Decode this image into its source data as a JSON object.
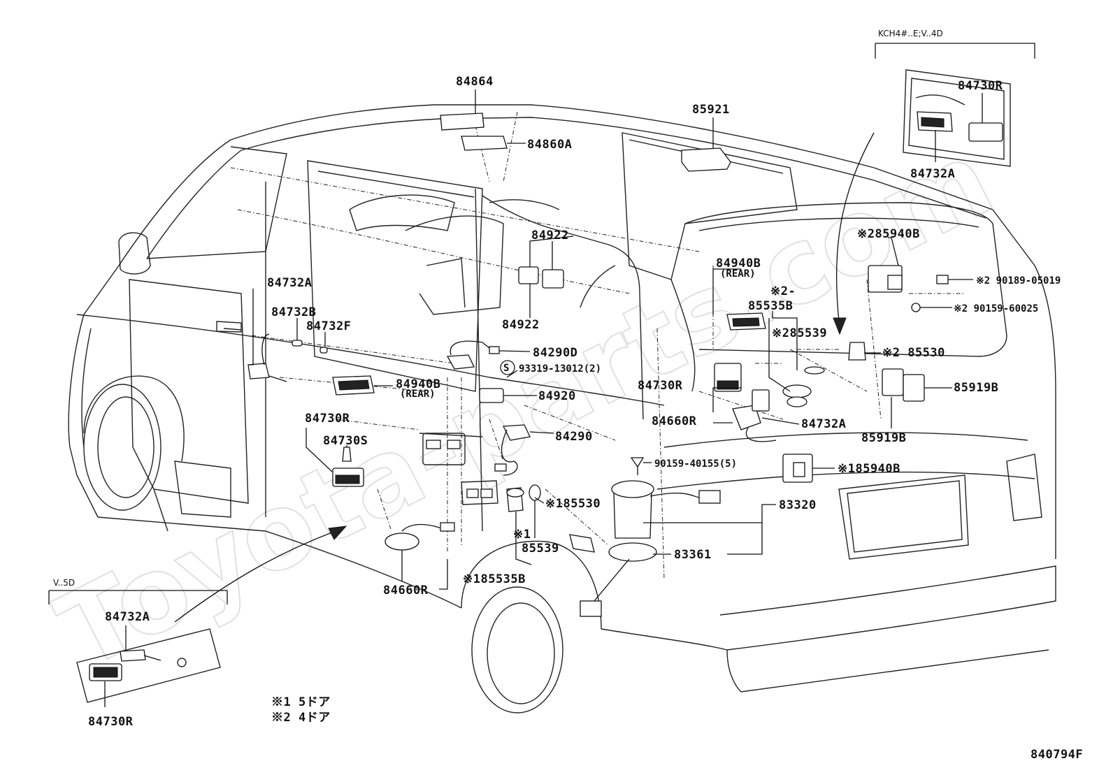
{
  "watermark": "Toyota-parts.com",
  "insets": {
    "top_right_label": "KCH4#..E;V..4D",
    "bottom_left_label": "V..5D"
  },
  "footer": {
    "diagram_code": "840794F",
    "note1": "※1 5ドア",
    "note2": "※2 4ドア"
  },
  "callouts": {
    "p84864": "84864",
    "p84860A": "84860A",
    "p85921": "85921",
    "p84730R_inset": "84730R",
    "p84732A_inset": "84732A",
    "p84922_top": "84922",
    "p84922_bottom": "84922",
    "p285940B": "※285940B",
    "p84940B_rear_right": "84940B",
    "rear_right": "(REAR)",
    "p2_prefix": "※2-",
    "p85535B": "85535B",
    "p285539": "※285539",
    "p290189": "※2 90189-05019",
    "p290159": "※2 90159-60025",
    "p285530": "※2 85530",
    "p85919B_right": "85919B",
    "p85919B_bottom": "85919B",
    "p84732A_left": "84732A",
    "p84732B": "84732B",
    "p84732F": "84732F",
    "p84290D": "84290D",
    "p93319": "93319-13012(2)",
    "s_symbol": "S",
    "p84940B_left": "84940B",
    "rear_left": "(REAR)",
    "p84920": "84920",
    "p84730R_right": "84730R",
    "p84660R_right": "84660R",
    "p84732A_right": "84732A",
    "p84730R_left": "84730R",
    "p84730S": "84730S",
    "p84290": "84290",
    "p90159_40155": "90159-40155(5)",
    "p185940B": "※185940B",
    "p185530": "※185530",
    "p83320": "83320",
    "p1_85539_prefix": "※1",
    "p85539": "85539",
    "p83361": "83361",
    "p185535B": "※185535B",
    "p84660R_left": "84660R",
    "p84732A_inset2": "84732A",
    "p84730R_inset2": "84730R"
  }
}
